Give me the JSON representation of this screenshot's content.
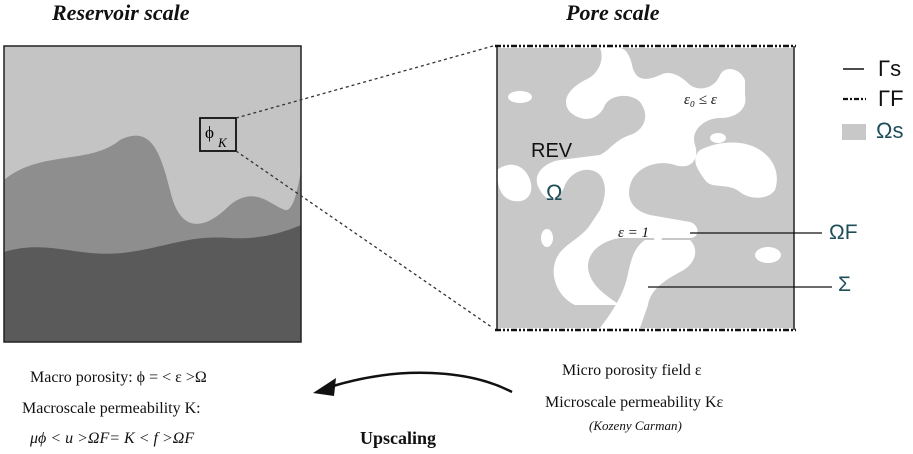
{
  "titles": {
    "reservoir": "Reservoir scale",
    "pore": "Pore scale"
  },
  "reservoir": {
    "cell_label_phi": "ϕ",
    "cell_label_sub": "K"
  },
  "pore": {
    "rev": "REV",
    "omega": "Ω",
    "eps_range": "ε₀ ≤ ε",
    "eps_one": "ε = 1",
    "omega_f": "ΩF",
    "sigma": "Σ"
  },
  "legend": [
    {
      "symbol": "Γs",
      "style": "solid-line"
    },
    {
      "symbol": "ΓF",
      "style": "dash-dot-line"
    },
    {
      "symbol": "Ωs",
      "style": "gray-box"
    }
  ],
  "macro": {
    "line1": "Macro porosity:  ϕ = < ε >Ω",
    "line2": "Macroscale permeability K:",
    "line3": "μϕ < u >ΩF= K < f >ΩF"
  },
  "micro": {
    "line1": "Micro porosity field ε",
    "line2": "Microscale permeability Kε",
    "line3": "(Kozeny Carman)"
  },
  "arrow_label": "Upscaling",
  "colors": {
    "sky": "#c4c4c4",
    "mid_layer": "#8e8e8e",
    "bottom_layer": "#5a5a5a",
    "pore_solid": "#c8c8c8",
    "teal": "#1f4e5a"
  }
}
